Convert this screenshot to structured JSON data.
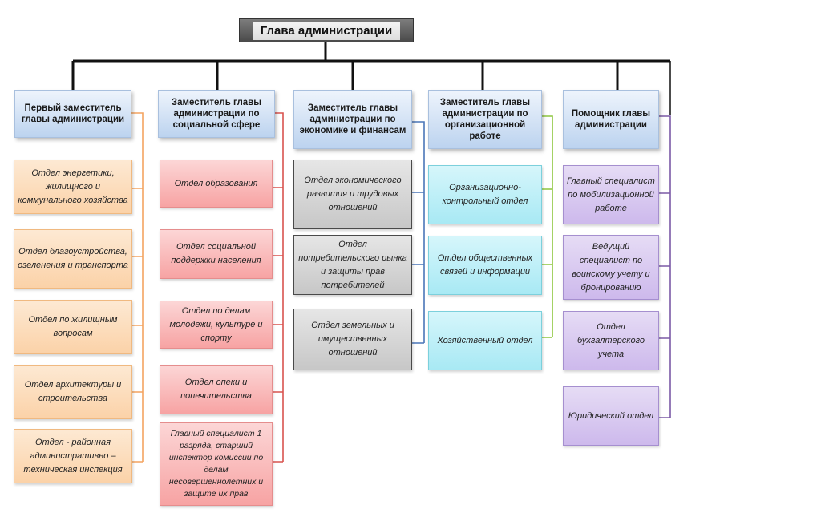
{
  "title": "Глава администрации",
  "columns": [
    {
      "head": "Первый заместитель главы администрации",
      "color": "#f4a460",
      "depts": [
        "Отдел энергетики, жилищного и коммунального хозяйства",
        "Отдел благоустройства, озеленения и транспорта",
        "Отдел по жилищным вопросам",
        "Отдел архитектуры и строительства",
        "Отдел - районная административно – техническая инспекция"
      ]
    },
    {
      "head": "Заместитель главы администрации по социальной сфере",
      "color": "#d9534f",
      "depts": [
        "Отдел образования",
        "Отдел социальной поддержки населения",
        "Отдел по делам молодежи, культуре и спорту",
        "Отдел опеки и попечительства",
        "Главный специалист 1 разряда, старший инспектор комиссии по делам несовершеннолетних и защите их прав"
      ]
    },
    {
      "head": "Заместитель главы администрации по экономике и финансам",
      "color": "#4a76b8",
      "depts": [
        "Отдел экономического развития и трудовых отношений",
        "Отдел потребительского рынка и защиты прав потребителей",
        "Отдел земельных и имущественных отношений"
      ]
    },
    {
      "head": "Заместитель главы администрации по организационной работе",
      "color": "#8dc63f",
      "depts": [
        "Организационно-контрольный отдел",
        "Отдел общественных связей и информации",
        "Хозяйственный отдел"
      ]
    },
    {
      "head": "Помощник главы администрации",
      "color": "#7b5aa6",
      "depts": [
        "Главный специалист по мобилизационной работе",
        "Ведущий специалист по воинскому учету и бронированию",
        "Отдел бухгалтерского учета",
        "Юридический отдел"
      ]
    }
  ]
}
